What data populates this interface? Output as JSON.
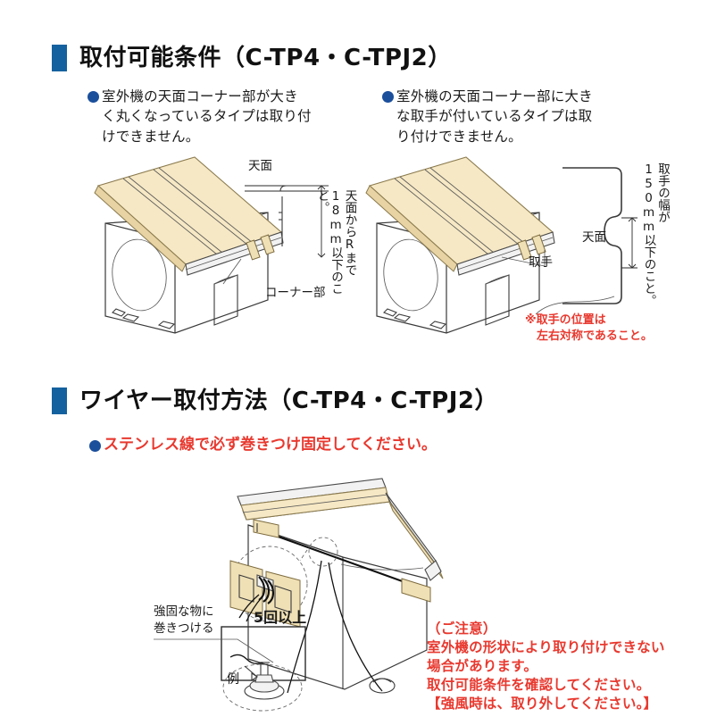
{
  "section1": {
    "heading": "取付可能条件（C-TP4・C-TPJ2）",
    "bullet_left": "室外機の天面コーナー部が大き\nく丸くなっているタイプは取り付\nけできません。",
    "bullet_right": "室外機の天面コーナー部に大き\nな取手が付いているタイプは取\nり付けできません。",
    "labels": {
      "top_surface_left": "天面",
      "dim_r_vertical": "天面からRまで\n18mm以下のこと。",
      "corner_part": "コーナー部",
      "top_surface_right": "天面",
      "handle": "取手",
      "dim_handle_vertical": "取手の幅が\n150mm以下のこと。",
      "note_red": "※取手の位置は\n　左右対称であること。"
    }
  },
  "section2": {
    "heading": "ワイヤー取付方法（C-TP4・C-TPJ2）",
    "bullet_red": "ステンレス線で必ず巻きつけ固定してください。",
    "labels": {
      "wrap_firm": "強固な物に\n巻きつける",
      "five_turns": "5回以上",
      "example": "例"
    },
    "caution": "（ご注意）\n室外機の形状により取り付けできない\n場合があります。\n取付可能条件を確認してください。\n【強風時は、取り外してください。】"
  },
  "colors": {
    "heading_marker": "#14619f",
    "bullet_dot": "#1b4f9c",
    "red_text": "#e8392f",
    "roof_panel": "#f6e8c4",
    "bracket": "#efe0b6"
  }
}
